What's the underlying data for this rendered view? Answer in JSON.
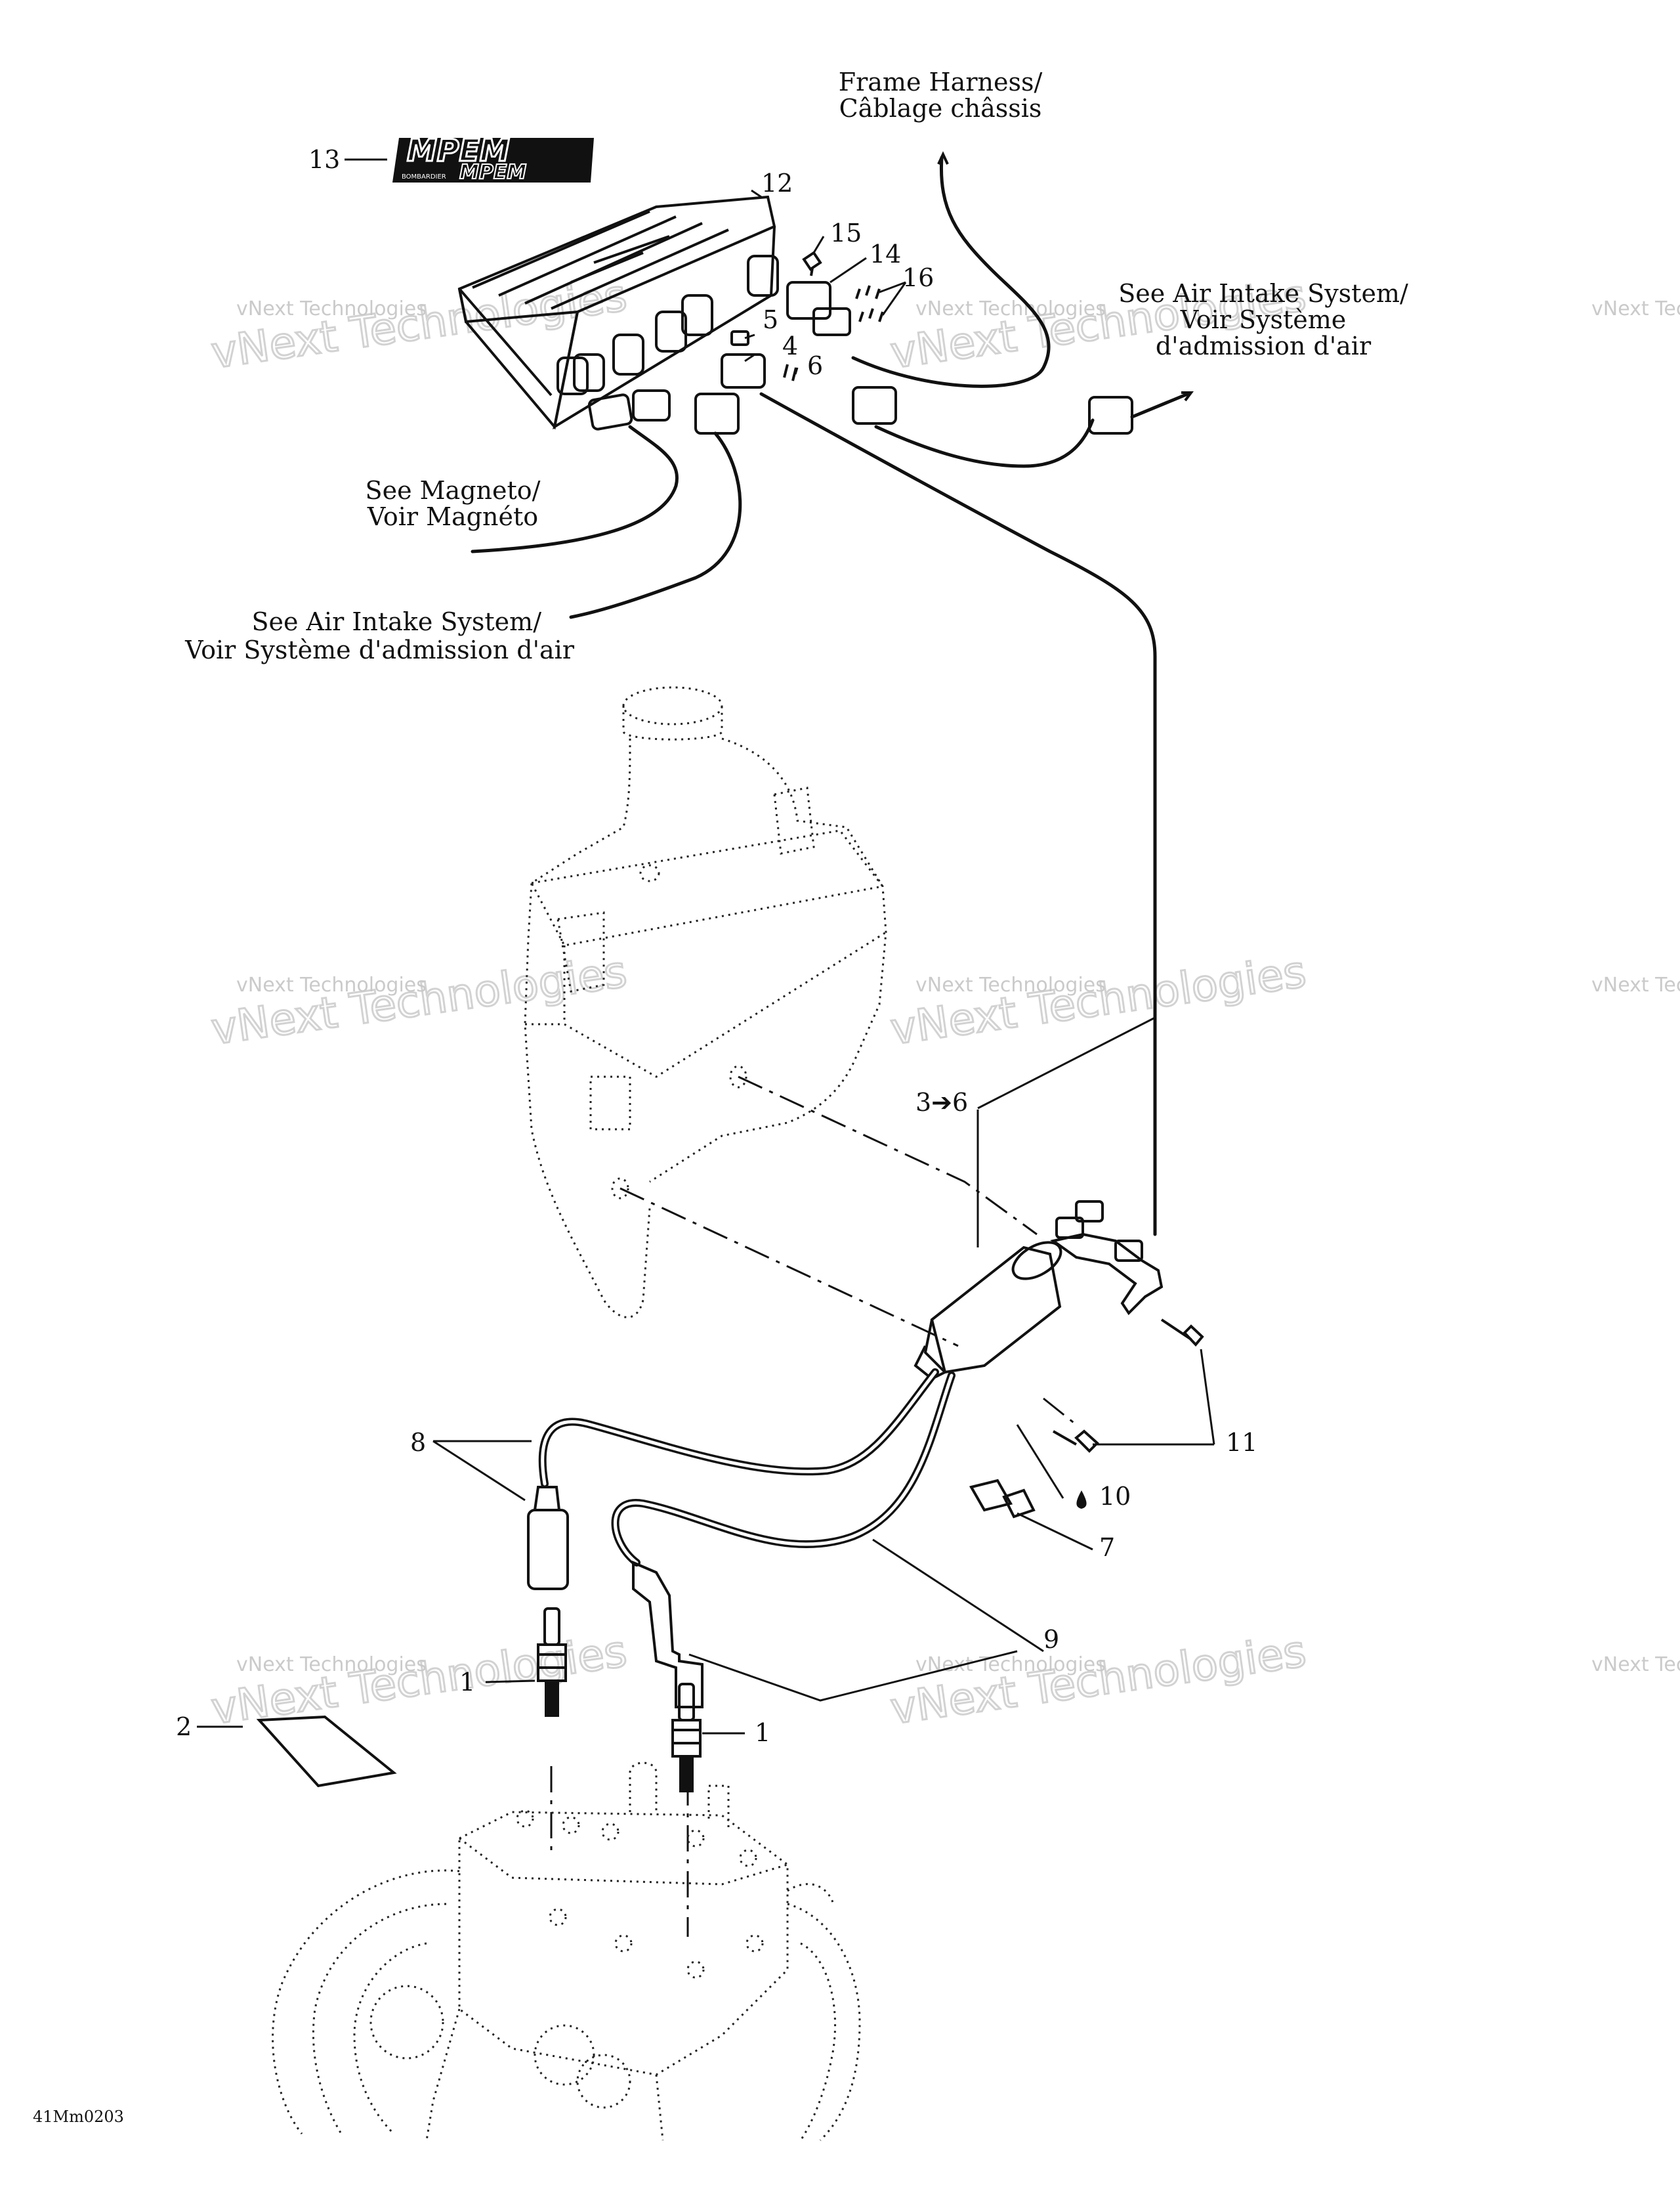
{
  "logo": {
    "text_top": "MPEM",
    "text_bottom": "MPEM",
    "badge": "BOMBARDIER"
  },
  "callouts": {
    "frame_harness": [
      "Frame Harness/",
      "Câblage châssis"
    ],
    "air_intake_right": [
      "See Air Intake System/",
      "Voir Système",
      "d'admission d'air"
    ],
    "magneto": [
      "See Magneto/",
      "Voir Magnéto"
    ],
    "air_intake_left": [
      "See Air Intake System/",
      "Voir Système d'admission d'air"
    ]
  },
  "parts": {
    "p1a": "1",
    "p1b": "1",
    "p2": "2",
    "p3to6": "3➔6",
    "p4": "4",
    "p5": "5",
    "p6": "6",
    "p7": "7",
    "p8": "8",
    "p9": "9",
    "p10": "10",
    "p11": "11",
    "p12": "12",
    "p13": "13",
    "p14": "14",
    "p15": "15",
    "p16": "16"
  },
  "watermark": {
    "small": "vNext Technologies",
    "big": "vNext Technologies"
  },
  "drawing_code": "41Mm0203"
}
